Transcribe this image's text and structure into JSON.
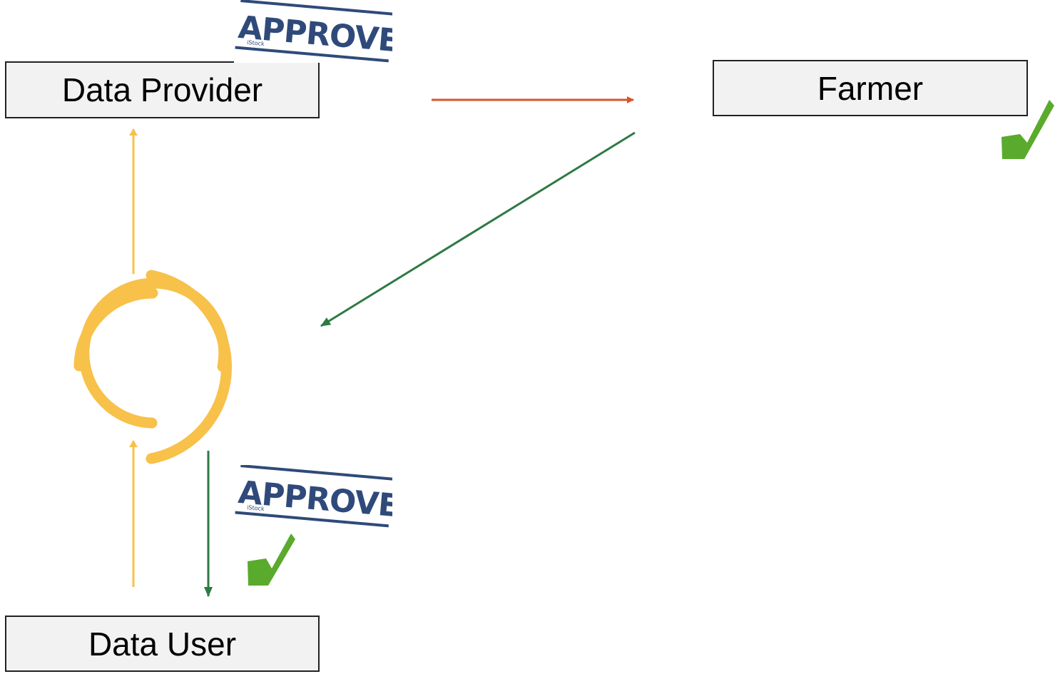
{
  "nodes": {
    "data_provider": "Data Provider",
    "farmer": "Farmer",
    "data_user": "Data User"
  },
  "stamps": {
    "top": "APPROVED",
    "bottom": "APPROVED",
    "watermark": "iStock"
  },
  "icons": {
    "logo": "concentric-arcs-logo",
    "check": "checkmark-icon"
  },
  "colors": {
    "yellow": "#f7c14a",
    "orange_arrow": "#d9542b",
    "green_arrow": "#2e7a45",
    "check_green": "#5aaa2d",
    "stamp_blue": "#2f4a7a",
    "node_fill": "#f2f2f2"
  }
}
